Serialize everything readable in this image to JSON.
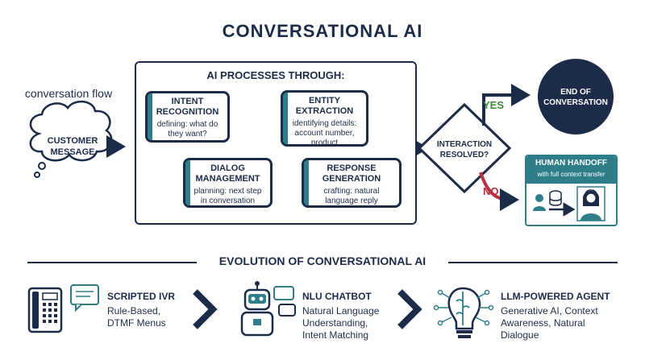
{
  "title": "CONVERSATIONAL AI",
  "flow_label": "conversation flow",
  "customer_message": "CUSTOMER MESSAGE",
  "process_title": "AI PROCESSES THROUGH:",
  "steps": [
    {
      "title": "INTENT RECOGNITION",
      "desc": "defining: what do they want?"
    },
    {
      "title": "DIALOG MANAGEMENT",
      "desc": "planning: next step in conversation"
    },
    {
      "title": "ENTITY EXTRACTION",
      "desc": "identifying details: account number, product"
    },
    {
      "title": "RESPONSE GENERATION",
      "desc": "crafting: natural language reply"
    }
  ],
  "decision": "INTERACTION RESOLVED?",
  "yes": "YES",
  "no": "NO",
  "end": "END OF CONVERSATION",
  "handoff": {
    "title": "HUMAN HANDOFF",
    "subtitle": "with full context transfer"
  },
  "evolution_title": "EVOLUTION OF CONVERSATIONAL AI",
  "stages": [
    {
      "name": "SCRIPTED IVR",
      "desc": "Rule-Based, DTMF Menus",
      "icon": "phone-icon"
    },
    {
      "name": "NLU CHATBOT",
      "desc": "Natural Language Understanding, Intent Matching",
      "icon": "robot-icon"
    },
    {
      "name": "LLM-POWERED AGENT",
      "desc": "Generative AI, Context Awareness, Natural Dialogue",
      "icon": "brain-icon"
    }
  ],
  "colors": {
    "navy": "#1b2b48",
    "teal": "#2e7e8a",
    "green": "#3f8a3b",
    "red": "#b8303f"
  }
}
